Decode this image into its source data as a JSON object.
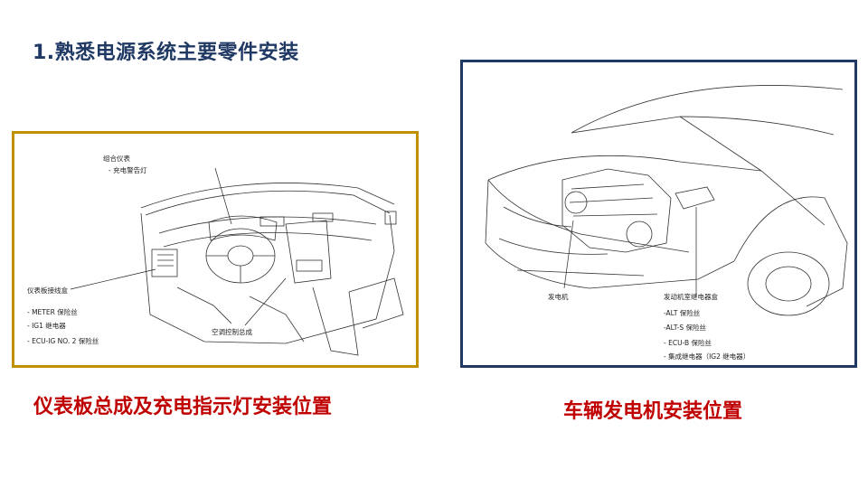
{
  "slide": {
    "title": "1.熟悉电源系统主要零件安装"
  },
  "left_figure": {
    "caption": "仪表板总成及充电指示灯安装位置",
    "labels": {
      "combo_meter": "组合仪表",
      "charge_warning": "- 充电警告灯",
      "junction_box": "仪表板接线盒",
      "meter_fuse": "- METER 保险丝",
      "ig1_relay": "- IG1 继电器",
      "ecu_ig_fuse": "- ECU-IG NO. 2 保险丝",
      "ac_control": "空调控制总成"
    },
    "colors": {
      "frame": "#bf9000"
    }
  },
  "right_figure": {
    "caption": "车辆发电机安装位置",
    "labels": {
      "generator": "发电机",
      "engine_relay_box": "发动机室继电器盒",
      "alt_fuse": "-ALT 保险丝",
      "alts_fuse": "-ALT-S 保险丝",
      "ecub_fuse": "- ECU-B 保险丝",
      "integration_relay": "- 集成继电器（IG2 继电器）"
    },
    "colors": {
      "frame": "#1f3864"
    }
  },
  "colors": {
    "title": "#1f3864",
    "caption": "#c00000"
  }
}
